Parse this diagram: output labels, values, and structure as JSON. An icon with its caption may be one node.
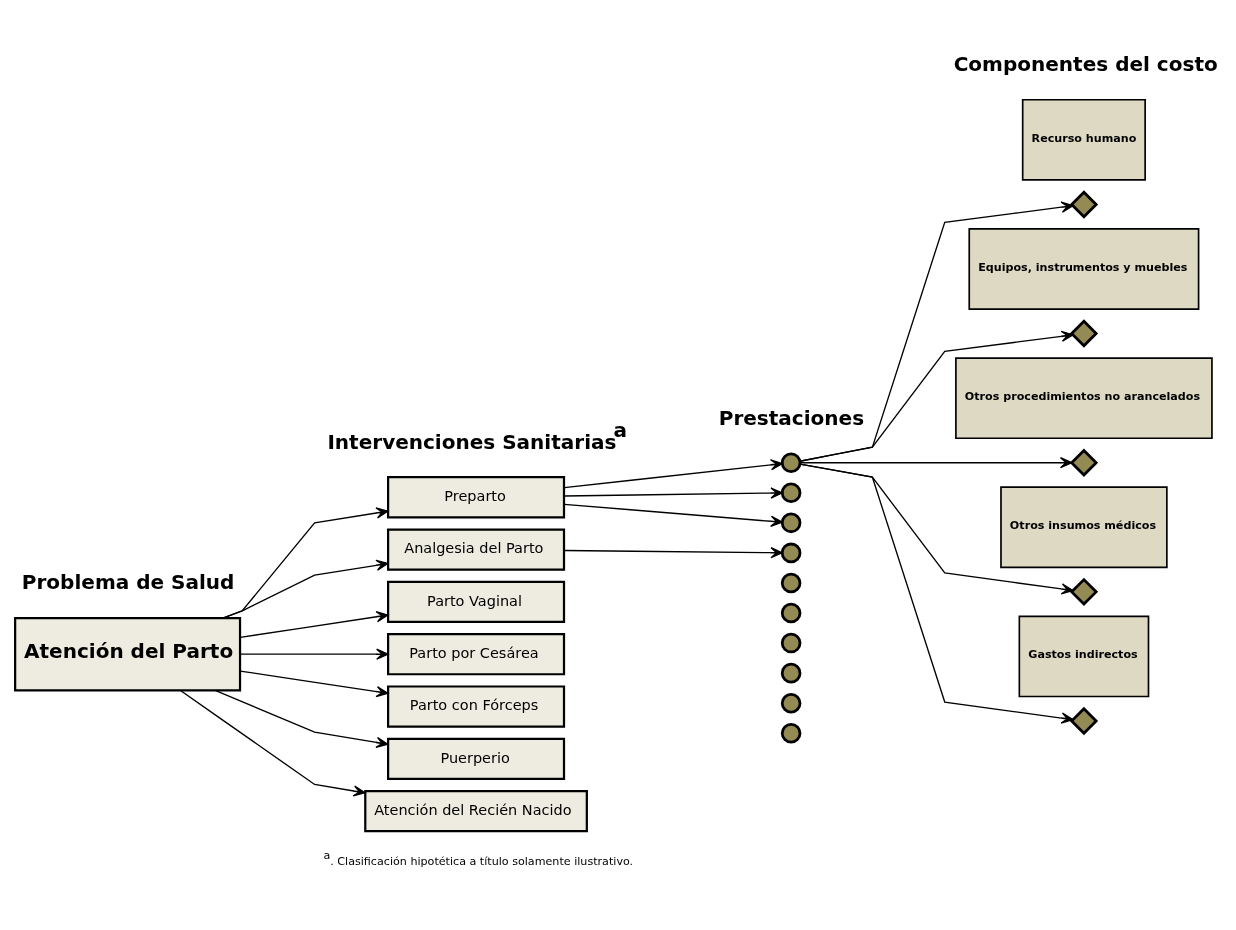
{
  "diagram": {
    "nodes": [
      {
        "text": [
          "Atención del Parto"
        ]
      },
      {
        "text": [
          "Preparto"
        ]
      },
      {
        "text": [
          "Analgesia del Parto"
        ]
      },
      {
        "text": [
          "Parto Vaginal"
        ]
      },
      {
        "text": [
          "Parto por Cesárea"
        ]
      },
      {
        "text": [
          "Parto con Fórceps"
        ]
      },
      {
        "text": [
          "Puerperio"
        ]
      },
      {
        "text": [
          "Atención del Recién Nacido"
        ]
      },
      {
        "text": [],
        "shape": "circle"
      },
      {
        "text": [],
        "shape": "circle"
      },
      {
        "text": [],
        "shape": "circle"
      },
      {
        "text": [],
        "shape": "circle"
      },
      {
        "text": [],
        "shape": "circle"
      },
      {
        "text": [],
        "shape": "circle"
      },
      {
        "text": [],
        "shape": "circle"
      },
      {
        "text": [],
        "shape": "circle"
      },
      {
        "text": [],
        "shape": "circle"
      },
      {
        "text": [],
        "shape": "circle"
      },
      {
        "text": [
          "Recurso humano"
        ]
      },
      {
        "text": [
          "Equipos, instrumentos y muebles"
        ]
      },
      {
        "text": [
          "Otros procedimientos no arancelados"
        ]
      },
      {
        "text": [
          "Otros insumos médicos"
        ]
      },
      {
        "text": [
          "Gastos indirectos"
        ]
      },
      {
        "text": [],
        "shape": "diamond"
      },
      {
        "text": [],
        "shape": "diamond"
      },
      {
        "text": [],
        "shape": "diamond"
      },
      {
        "text": [],
        "shape": "diamond"
      },
      {
        "text": [],
        "shape": "diamond"
      }
    ],
    "edges": [
      {
        "from": 0,
        "to": 1,
        "arrow": "to"
      },
      {
        "from": 0,
        "to": 2,
        "arrow": "to"
      },
      {
        "from": 0,
        "to": 3,
        "arrow": "to"
      },
      {
        "from": 0,
        "to": 4,
        "arrow": "to"
      },
      {
        "from": 0,
        "to": 5,
        "arrow": "to"
      },
      {
        "from": 0,
        "to": 6,
        "arrow": "to"
      },
      {
        "from": 0,
        "to": 7,
        "arrow": "to"
      },
      {
        "from": 1,
        "to": 8,
        "arrow": "to"
      },
      {
        "from": 1,
        "to": 9,
        "arrow": "to"
      },
      {
        "from": 1,
        "to": 10,
        "arrow": "to"
      },
      {
        "from": 2,
        "to": 11,
        "arrow": "to"
      },
      {
        "from": 8,
        "to": 23,
        "arrow": "to"
      },
      {
        "from": 8,
        "to": 24,
        "arrow": "to"
      },
      {
        "from": 8,
        "to": 25,
        "arrow": "to"
      },
      {
        "from": 8,
        "to": 26,
        "arrow": "to"
      },
      {
        "from": 8,
        "to": 27,
        "arrow": "to"
      }
    ],
    "labels": [
      "Problema de Salud",
      "Intervenciones Sanitarias$^{a}$",
      "Prestaciones",
      "Componentes del costo",
      "$^{a}$. Clasificación hipotética a título solamente ilustrativo."
    ]
  }
}
